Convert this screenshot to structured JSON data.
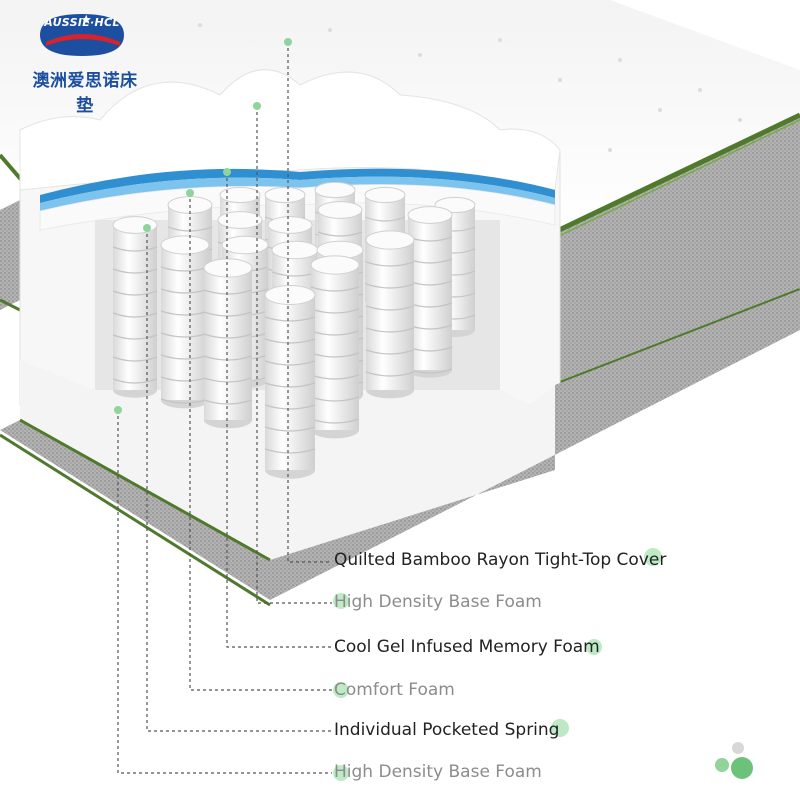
{
  "brand": {
    "logo_text": "AUSSIE·HCL",
    "logo_cn": "澳洲爱思诺床垫"
  },
  "layers": [
    {
      "label": "Quilted Bamboo Rayon Tight-Top Cover",
      "tone": "dark"
    },
    {
      "label": "High Density Base Foam",
      "tone": "light"
    },
    {
      "label": "Cool Gel Infused Memory Foam",
      "tone": "dark"
    },
    {
      "label": "Comfort Foam",
      "tone": "light"
    },
    {
      "label": "Individual Pocketed Spring",
      "tone": "dark"
    },
    {
      "label": "High Density Base Foam",
      "tone": "light"
    }
  ],
  "colors": {
    "accent_green": "#8fd49a",
    "piping_green": "#4f7a2c",
    "fabric_grey": "#a9a9a9",
    "memory_foam_blue": "#2f8fd0",
    "logo_blue": "#1c4fa0",
    "logo_red": "#d8232a"
  }
}
